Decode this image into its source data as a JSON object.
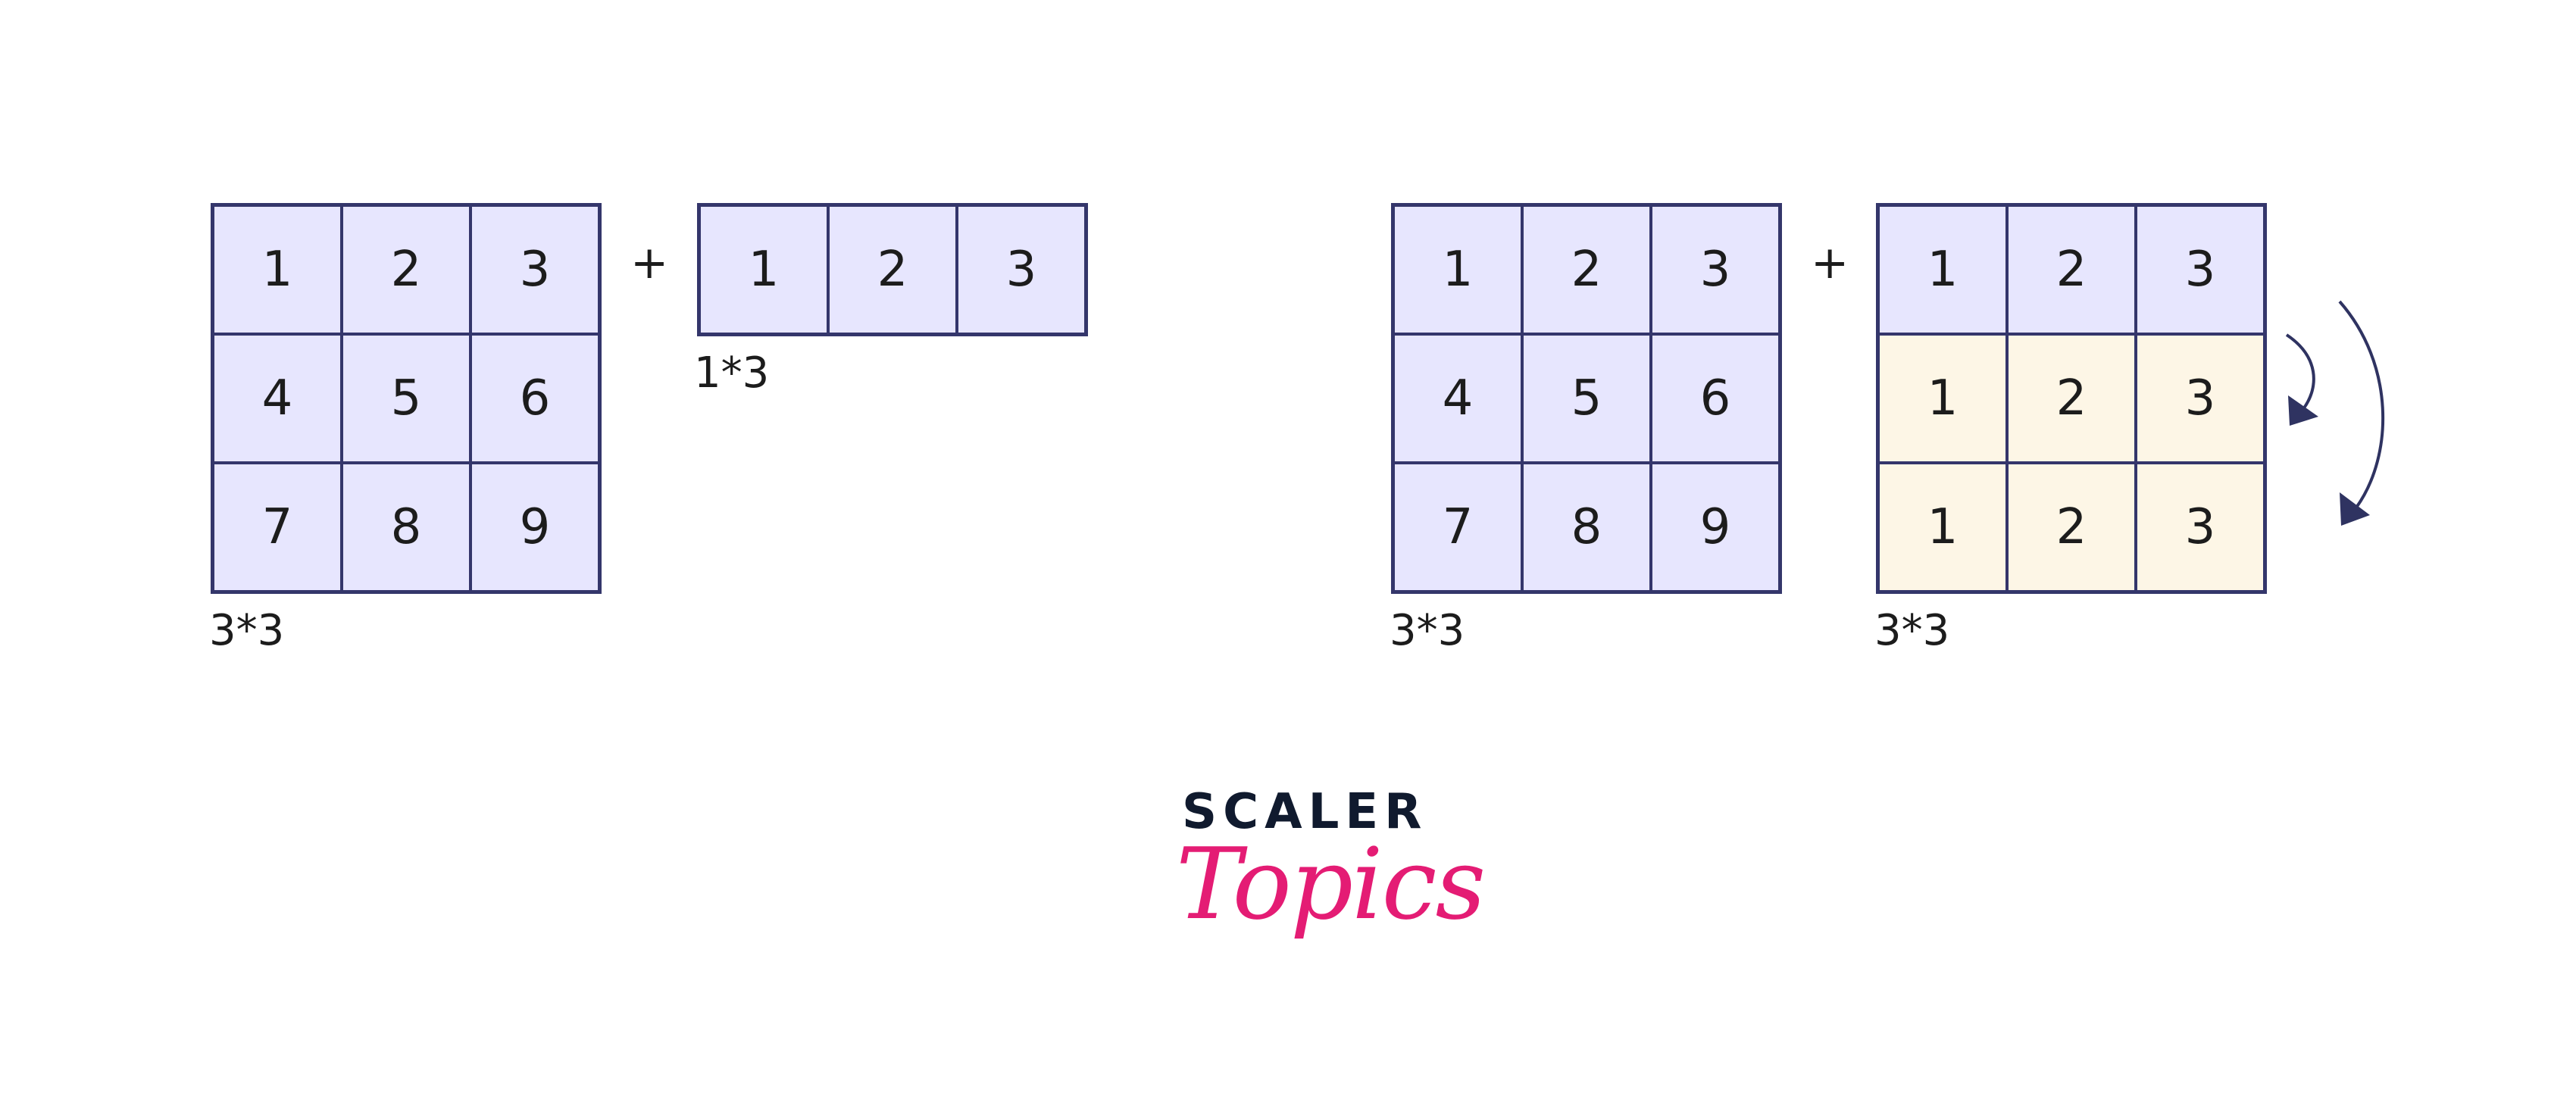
{
  "left": {
    "matrix_a": {
      "cells": [
        [
          "1",
          "2",
          "3"
        ],
        [
          "4",
          "5",
          "6"
        ],
        [
          "7",
          "8",
          "9"
        ]
      ],
      "dim": "3*3"
    },
    "operator": "+",
    "matrix_b": {
      "cells": [
        [
          "1",
          "2",
          "3"
        ]
      ],
      "dim": "1*3"
    }
  },
  "right": {
    "matrix_a": {
      "cells": [
        [
          "1",
          "2",
          "3"
        ],
        [
          "4",
          "5",
          "6"
        ],
        [
          "7",
          "8",
          "9"
        ]
      ],
      "dim": "3*3"
    },
    "operator": "+",
    "matrix_b": {
      "cells": [
        [
          "1",
          "2",
          "3"
        ],
        [
          "1",
          "2",
          "3"
        ],
        [
          "1",
          "2",
          "3"
        ]
      ],
      "dim": "3*3"
    }
  },
  "logo": {
    "top": "SCALER",
    "bottom": "Topics"
  },
  "colors": {
    "grid_border": "#34366b",
    "base_fill": "#e7e6fe",
    "broadcast_fill": "#fdf6e6",
    "arrow": "#2f3361",
    "logo_top": "#101a2e",
    "logo_bottom": "#e41c74"
  }
}
